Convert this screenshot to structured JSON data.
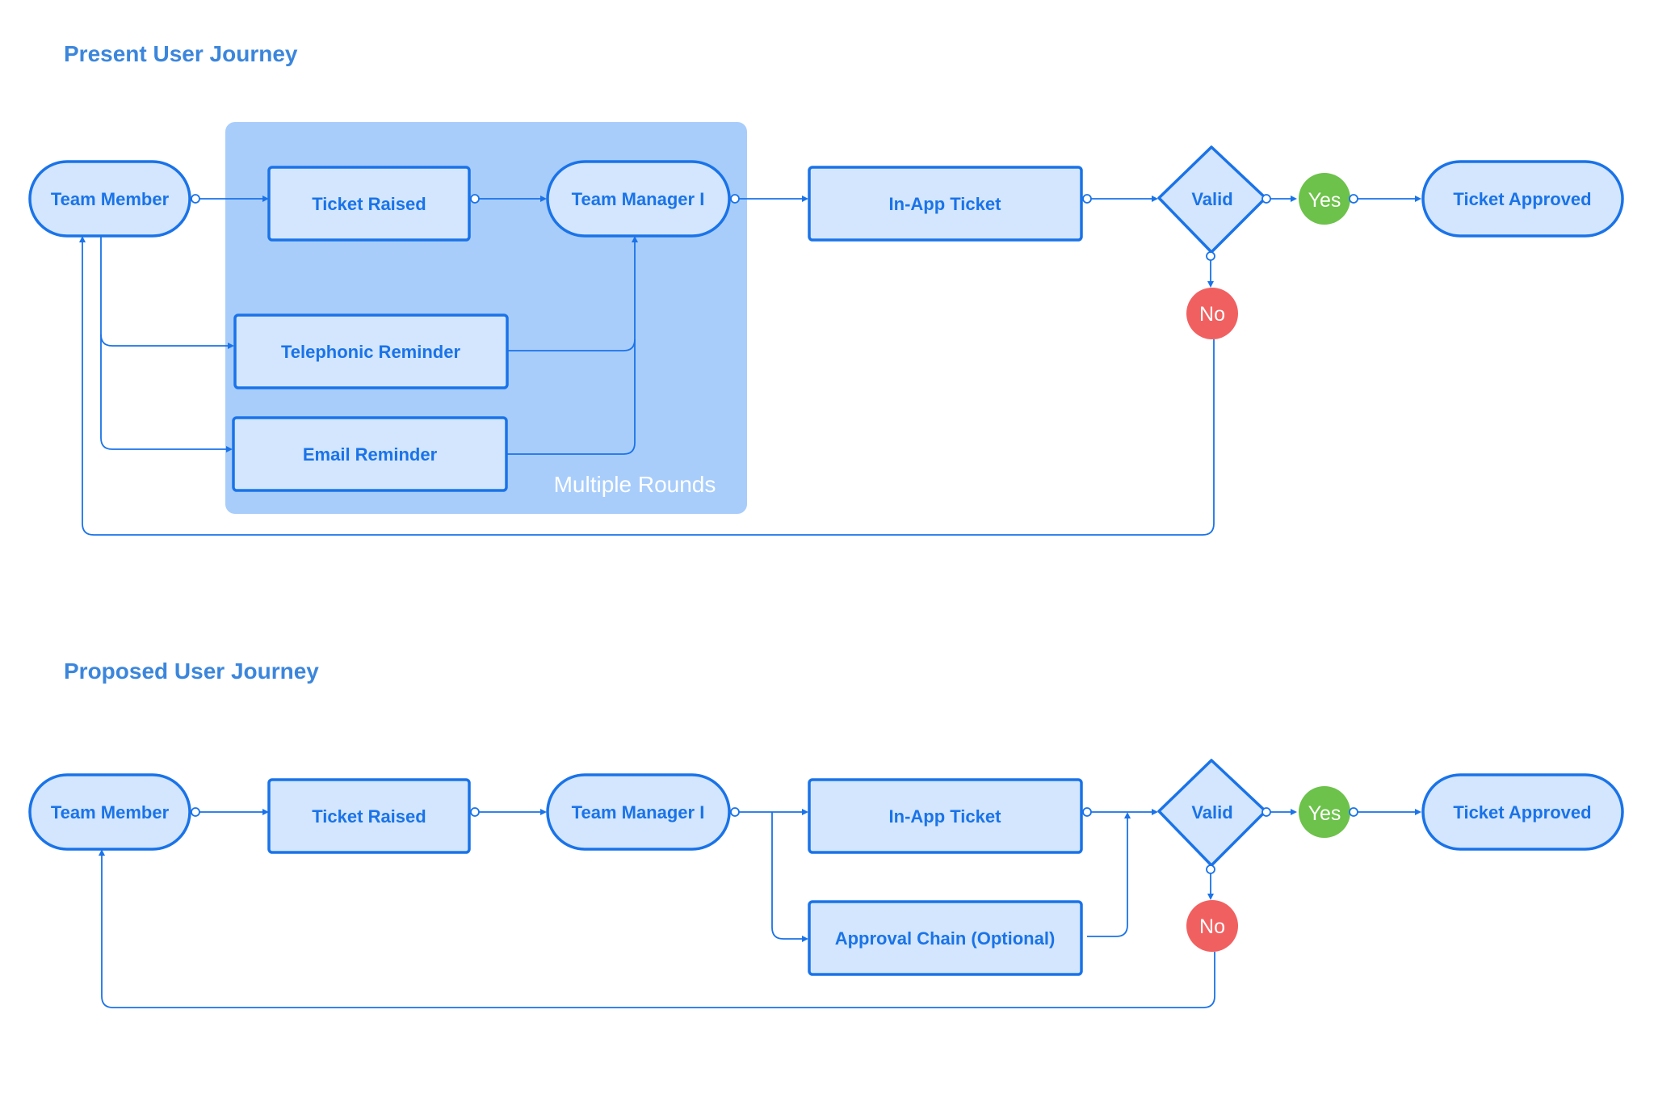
{
  "colors": {
    "title": "#3b86dc",
    "node_fill": "#d3e6fd",
    "node_stroke": "#1a73e8",
    "group_fill": "#a8cdfb",
    "yes": "#6cc24a",
    "no": "#f16060"
  },
  "present": {
    "title": "Present User Journey",
    "group_label": "Multiple Rounds",
    "nodes": {
      "team_member": "Team Member",
      "ticket_raised": "Ticket Raised",
      "team_manager": "Team Manager I",
      "in_app_ticket": "In-App Ticket",
      "telephonic_reminder": "Telephonic Reminder",
      "email_reminder": "Email Reminder",
      "valid": "Valid",
      "yes": "Yes",
      "no": "No",
      "ticket_approved": "Ticket Approved"
    }
  },
  "proposed": {
    "title": "Proposed User Journey",
    "nodes": {
      "team_member": "Team Member",
      "ticket_raised": "Ticket Raised",
      "team_manager": "Team Manager I",
      "in_app_ticket": "In-App Ticket",
      "approval_chain": "Approval Chain (Optional)",
      "valid": "Valid",
      "yes": "Yes",
      "no": "No",
      "ticket_approved": "Ticket Approved"
    }
  }
}
